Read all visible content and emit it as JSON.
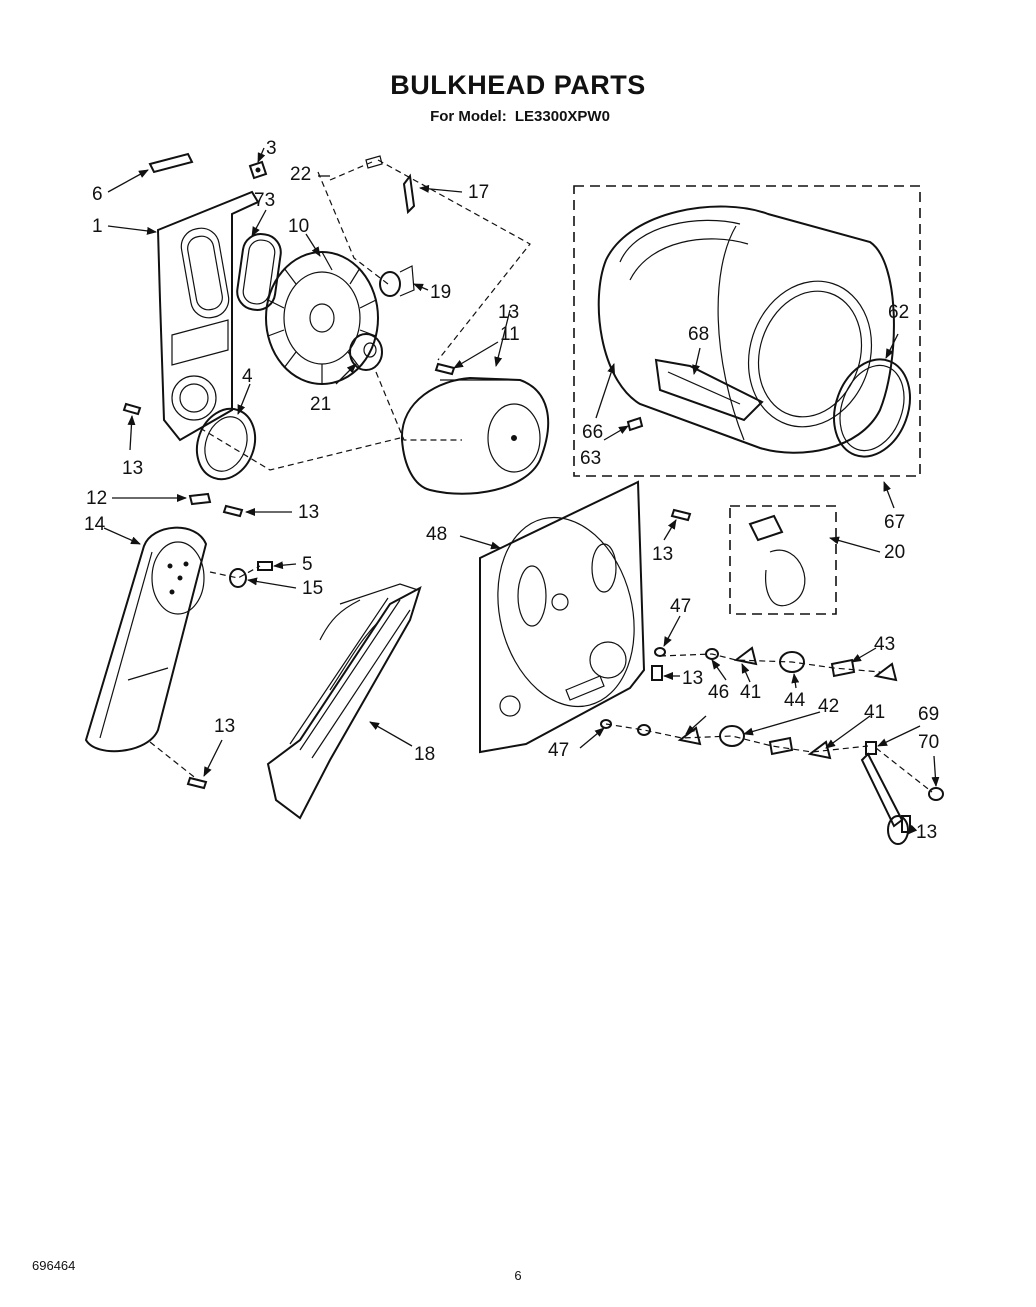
{
  "header": {
    "title": "BULKHEAD PARTS",
    "model_label": "For Model:",
    "model_number": "LE3300XPW0"
  },
  "callouts": [
    "1",
    "3",
    "4",
    "5",
    "6",
    "10",
    "11",
    "12",
    "13",
    "14",
    "15",
    "17",
    "18",
    "19",
    "20",
    "21",
    "22",
    "41",
    "42",
    "43",
    "44",
    "46",
    "47",
    "48",
    "62",
    "63",
    "66",
    "67",
    "68",
    "69",
    "70",
    "73"
  ],
  "footer": {
    "document_number": "696464",
    "page_number": "6"
  }
}
